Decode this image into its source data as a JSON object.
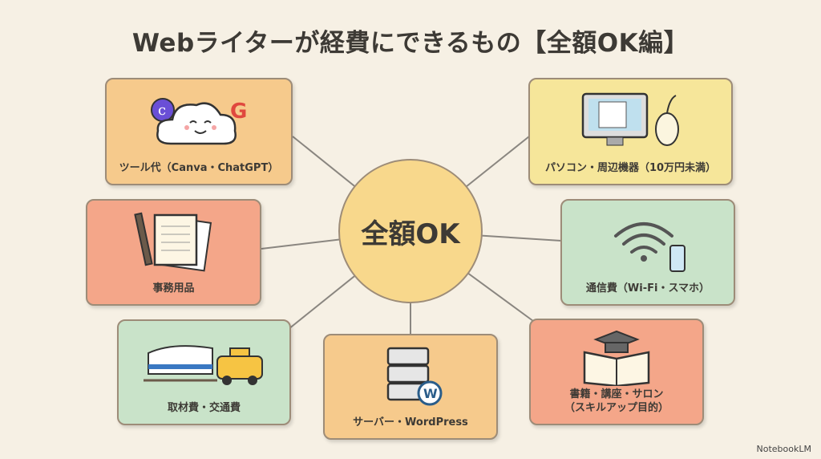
{
  "title": "Webライターが経費にできるもの【全額OK編】",
  "center": "全額OK",
  "items": [
    {
      "label": "ツール代（Canva・ChatGPT）",
      "icon": "cloud-tools-icon"
    },
    {
      "label": "パソコン・周辺機器（10万円未満）",
      "icon": "computer-mouse-icon"
    },
    {
      "label": "事務用品",
      "icon": "notebook-pen-icon"
    },
    {
      "label": "通信費（Wi-Fi・スマホ）",
      "icon": "wifi-phone-icon"
    },
    {
      "label": "取材費・交通費",
      "icon": "train-taxi-icon"
    },
    {
      "label": "サーバー・WordPress",
      "icon": "server-icon"
    },
    {
      "label": "書籍・講座・サロン（スキルアップ目的）",
      "line1": "書籍・講座・サロン",
      "line2": "（スキルアップ目的）",
      "icon": "book-cap-icon"
    }
  ],
  "watermark": "NotebookLM",
  "colors": {
    "background": "#f6f0e4",
    "orange": "#f6ca8c",
    "yellow": "#f6e69a",
    "salmon": "#f4a689",
    "mint": "#c9e3c9",
    "center": "#f8d88c"
  }
}
